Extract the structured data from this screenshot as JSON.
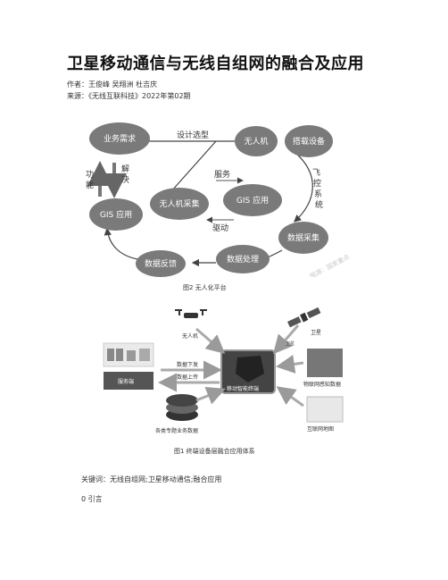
{
  "doc": {
    "title": "卫星移动通信与无线自组网的融合及应用",
    "author_line": "作者：王俊峰 吴翔洲 杜吉庆",
    "source_line": "来源：《无线互联科技》2022年第02期"
  },
  "figure2": {
    "nodes": {
      "demand": "业务需求",
      "uav": "无人机",
      "payload": "搭载设备",
      "gis_top": "GIS 应用",
      "uav_collect": "无人机采集",
      "gis_left": "GIS 应用",
      "collect": "数据采集",
      "process": "数据处理",
      "feedback": "数据反馈"
    },
    "labels": {
      "design": "设计选型",
      "function": "功能",
      "solve": "解决",
      "service": "服务",
      "drive": "驱动",
      "flight": "飞控系统"
    },
    "watermark": "图源：国家重点",
    "caption": "图2   无人化平台"
  },
  "figure1": {
    "labels": {
      "uav": "无人机",
      "satellite": "卫星",
      "downlink": "数据下发",
      "uplink": "数据上传",
      "server": "服务端",
      "terminal": "移动智能终端",
      "iot": "物联网感知数据",
      "internet": "互联网地图",
      "business": "各类专题业务数据",
      "sat_link": "卫星"
    },
    "caption": "图1   终端设备层融合应用体系"
  },
  "body": {
    "keywords": "关键词：无线自组网;卫星移动通信;融合应用",
    "section": "0 引言"
  }
}
